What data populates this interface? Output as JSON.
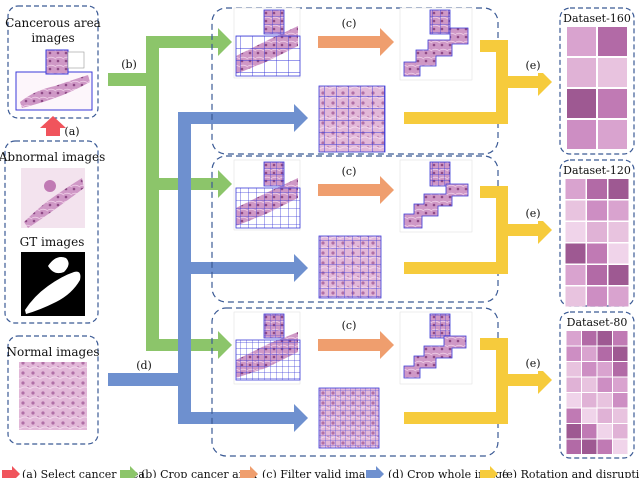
{
  "left_panels": {
    "cancer_title_line1": "Cancerous area",
    "cancer_title_line2": "images",
    "abnormal_title": "Abnormal images",
    "gt_title": "GT images",
    "normal_title": "Normal images"
  },
  "step_labels": {
    "a": "(a)",
    "b": "(b)",
    "c": "(c)",
    "d": "(d)",
    "e": "(e)"
  },
  "datasets": [
    "Dataset-160",
    "Dataset-120",
    "Dataset-80"
  ],
  "legend": [
    {
      "label": "(a) Select cancer area",
      "color": "#f0545c"
    },
    {
      "label": "(b) Crop cancer area",
      "color": "#8cc56a"
    },
    {
      "label": "(c) Filter valid image",
      "color": "#ef9e6e"
    },
    {
      "label": "(d) Crop whole image",
      "color": "#6e90cf"
    },
    {
      "label": "(e) Rotation and disruption",
      "color": "#f6cb3c"
    }
  ],
  "colors": {
    "border": "#3b5a95",
    "tissue": "#d7a9cf",
    "tissue_dark": "#a8669c",
    "grid": "#3a3ad8"
  }
}
